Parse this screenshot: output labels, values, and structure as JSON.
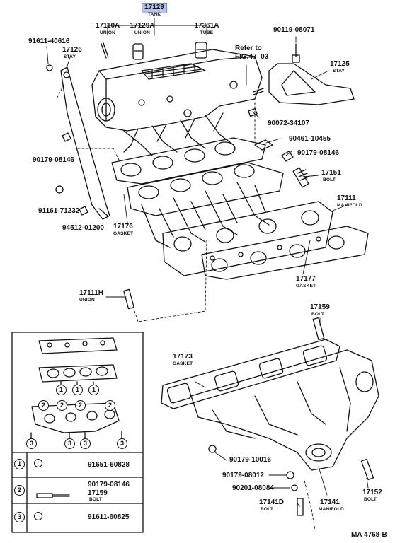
{
  "parts": {
    "tank": {
      "number": "17129",
      "name": "TANK"
    },
    "union_a": {
      "number": "17110A",
      "name": "UNION"
    },
    "union_b": {
      "number": "17129A",
      "name": "UNION"
    },
    "tube": {
      "number": "17361A",
      "name": "TUBE"
    },
    "bolt_top": {
      "number": "90119-08071"
    },
    "refer": {
      "line1": "Refer to",
      "line2": "FIG.47–03"
    },
    "stay_right": {
      "number": "17125",
      "name": "STAY"
    },
    "p91611": {
      "number": "91611-40616"
    },
    "stay_left": {
      "number": "17126",
      "name": "STAY"
    },
    "p90072": {
      "number": "90072-34107"
    },
    "p90461": {
      "number": "90461-10455"
    },
    "p90179a": {
      "number": "90179-08146"
    },
    "p90179b": {
      "number": "90179-08146"
    },
    "bolt_17151": {
      "number": "17151",
      "name": "BOLT"
    },
    "manifold_17111": {
      "number": "17111",
      "name": "MANIFOLD"
    },
    "p91161": {
      "number": "91161-71232"
    },
    "p94512": {
      "number": "94512-01200"
    },
    "gasket_17176": {
      "number": "17176",
      "name": "GASKET"
    },
    "gasket_17177": {
      "number": "17177",
      "name": "GASKET"
    },
    "union_17111h": {
      "number": "17111H",
      "name": "UNION"
    },
    "bolt_17159": {
      "number": "17159",
      "name": "BOLT"
    },
    "gasket_17173": {
      "number": "17173",
      "name": "GASKET"
    },
    "p90179_10016": {
      "number": "90179-10016"
    },
    "p90179_08012": {
      "number": "90179-08012"
    },
    "p90201": {
      "number": "90201-08084"
    },
    "bolt_17141d": {
      "number": "17141D",
      "name": "BOLT"
    },
    "manifold_17141": {
      "number": "17141",
      "name": "MANIFOLD"
    },
    "bolt_17152": {
      "number": "17152",
      "name": "BOLT"
    }
  },
  "legend": {
    "circles": [
      "1",
      "2",
      "3"
    ],
    "rows": [
      {
        "key": "1",
        "part": "91651-60828"
      },
      {
        "key": "2",
        "part": "90179-08146",
        "part2": "17159",
        "part2_name": "BOLT"
      },
      {
        "key": "3",
        "part": "91611-60825"
      }
    ]
  },
  "figure_code": "MA 4768-B",
  "colors": {
    "highlight": "#b9c3ea",
    "ink": "#111111"
  }
}
